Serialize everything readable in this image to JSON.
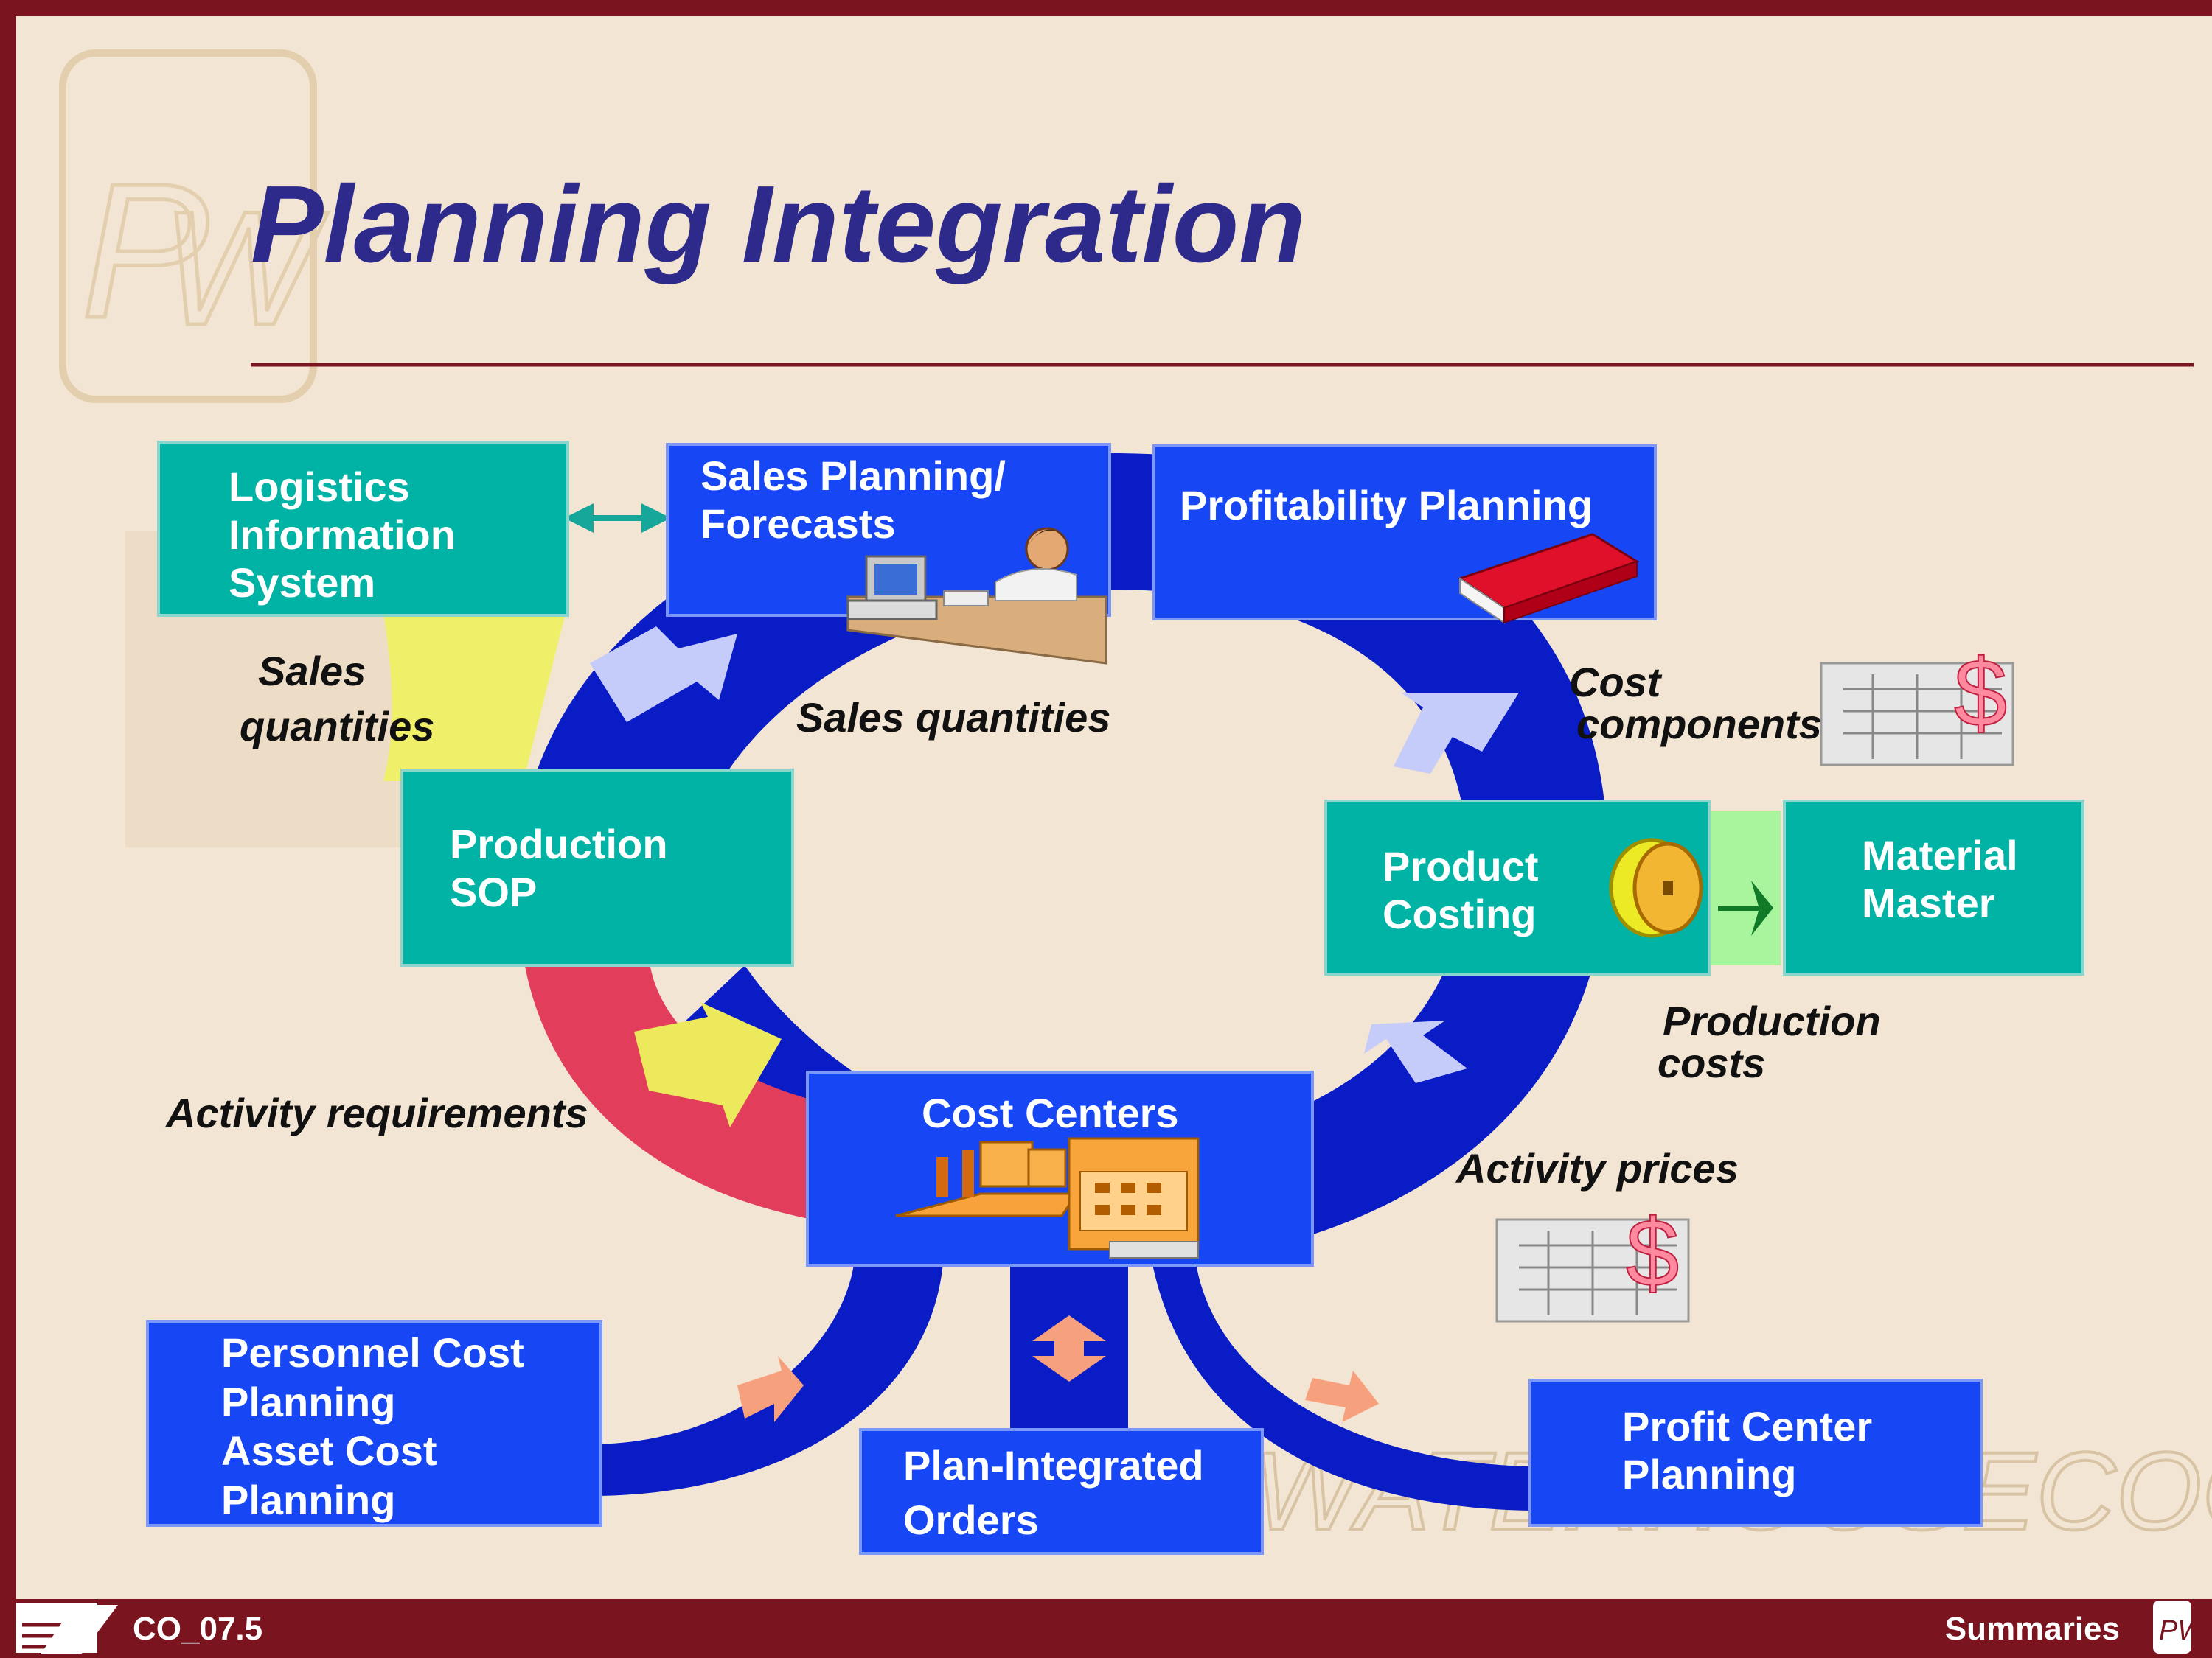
{
  "title": "Planning Integration",
  "boxes": {
    "logistics": [
      "Logistics",
      "Information",
      "System"
    ],
    "sales_planning": [
      "Sales Planning/",
      "Forecasts"
    ],
    "profitability": [
      "Profitability Planning"
    ],
    "production_sop": [
      "Production",
      "SOP"
    ],
    "product_costing": [
      "Product",
      "Costing"
    ],
    "material_master": [
      "Material",
      "Master"
    ],
    "cost_centers": [
      "Cost Centers"
    ],
    "personnel": [
      "Personnel Cost",
      "Planning",
      "Asset Cost",
      "Planning"
    ],
    "plan_orders": [
      "Plan-Integrated",
      "Orders"
    ],
    "profit_center": [
      "Profit Center",
      "Planning"
    ]
  },
  "labels": {
    "sales_quantities_left": [
      "Sales",
      "quantities"
    ],
    "sales_quantities_center": "Sales quantities",
    "cost_components": [
      "Cost",
      "components"
    ],
    "production_costs": [
      "Production",
      "costs"
    ],
    "activity_requirements": "Activity requirements",
    "activity_prices": "Activity prices"
  },
  "footer": {
    "code": "CO_07.5",
    "section": "Summaries"
  },
  "colors": {
    "frame": "#7a1520",
    "background": "#f2e5d3",
    "title": "#2e2a8c",
    "blue_box": "#1747f5",
    "teal_box": "#00b3a4",
    "ring_blue": "#0a1cc6",
    "ring_red": "#e23e5c",
    "ring_yellow": "#f0ef6a"
  }
}
